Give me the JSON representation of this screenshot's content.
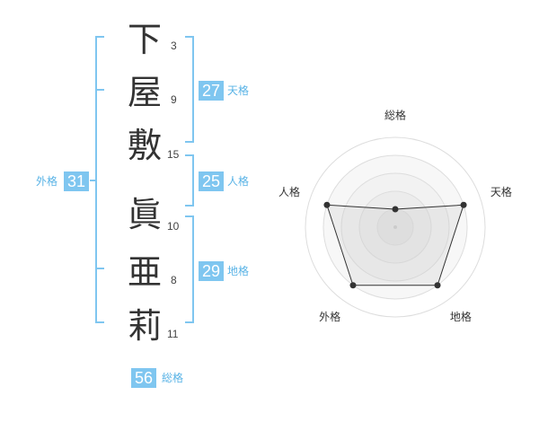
{
  "name_chars": [
    {
      "char": "下",
      "strokes": "3"
    },
    {
      "char": "屋",
      "strokes": "9"
    },
    {
      "char": "敷",
      "strokes": "15"
    },
    {
      "char": "眞",
      "strokes": "10"
    },
    {
      "char": "亜",
      "strokes": "8"
    },
    {
      "char": "莉",
      "strokes": "11"
    }
  ],
  "kaku": {
    "tenkaku": {
      "value": "27",
      "label": "天格"
    },
    "jinkaku": {
      "value": "25",
      "label": "人格"
    },
    "chikaku": {
      "value": "29",
      "label": "地格"
    },
    "gaikaku": {
      "value": "31",
      "label": "外格"
    },
    "soukaku": {
      "value": "56",
      "label": "総格"
    }
  },
  "colors": {
    "accent": "#7fc6f0",
    "label": "#59b3e6"
  },
  "chart_data": {
    "type": "radar",
    "axes": [
      "総格",
      "天格",
      "地格",
      "外格",
      "人格"
    ],
    "values": [
      1,
      4,
      4,
      4,
      4
    ],
    "rmax": 5
  }
}
